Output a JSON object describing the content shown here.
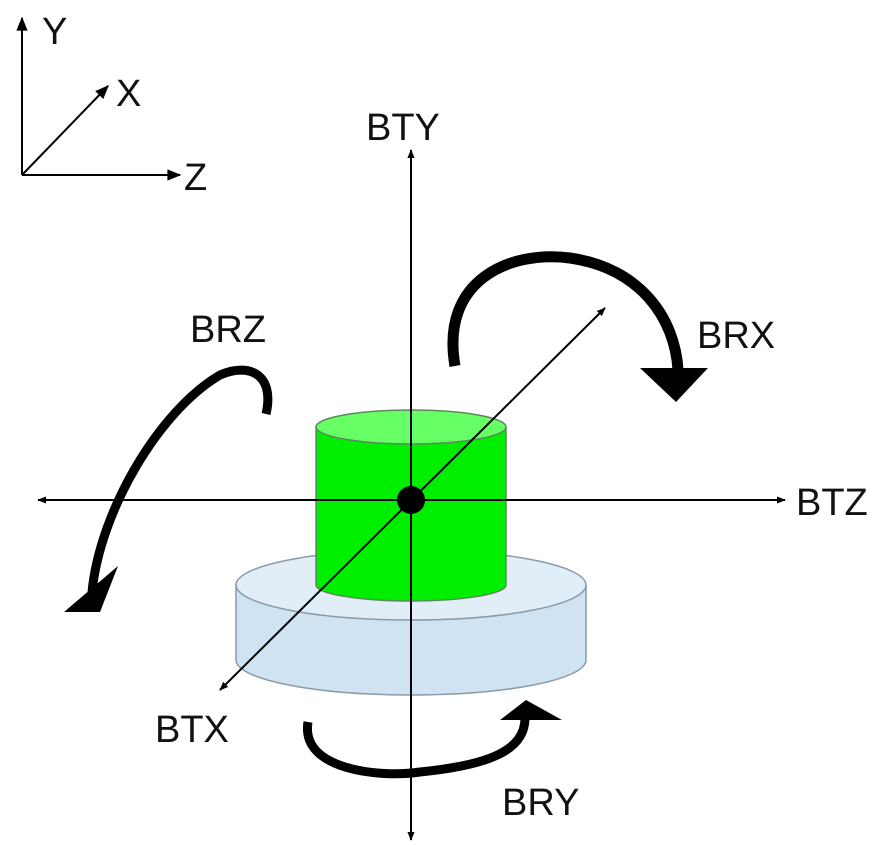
{
  "reference_axes": {
    "y_label": "Y",
    "x_label": "X",
    "z_label": "Z"
  },
  "axes": {
    "bty": "BTY",
    "btz": "BTZ",
    "btx": "BTX"
  },
  "rotations": {
    "brx": "BRX",
    "bry": "BRY",
    "brz": "BRZ"
  },
  "colors": {
    "stroke": "#000000",
    "cylinder_fill": "#00ee00",
    "cylinder_top": "#66ff66",
    "base_side": "#cfe3f2",
    "base_top": "#e1eef8",
    "base_edge": "#8a9aa6"
  }
}
